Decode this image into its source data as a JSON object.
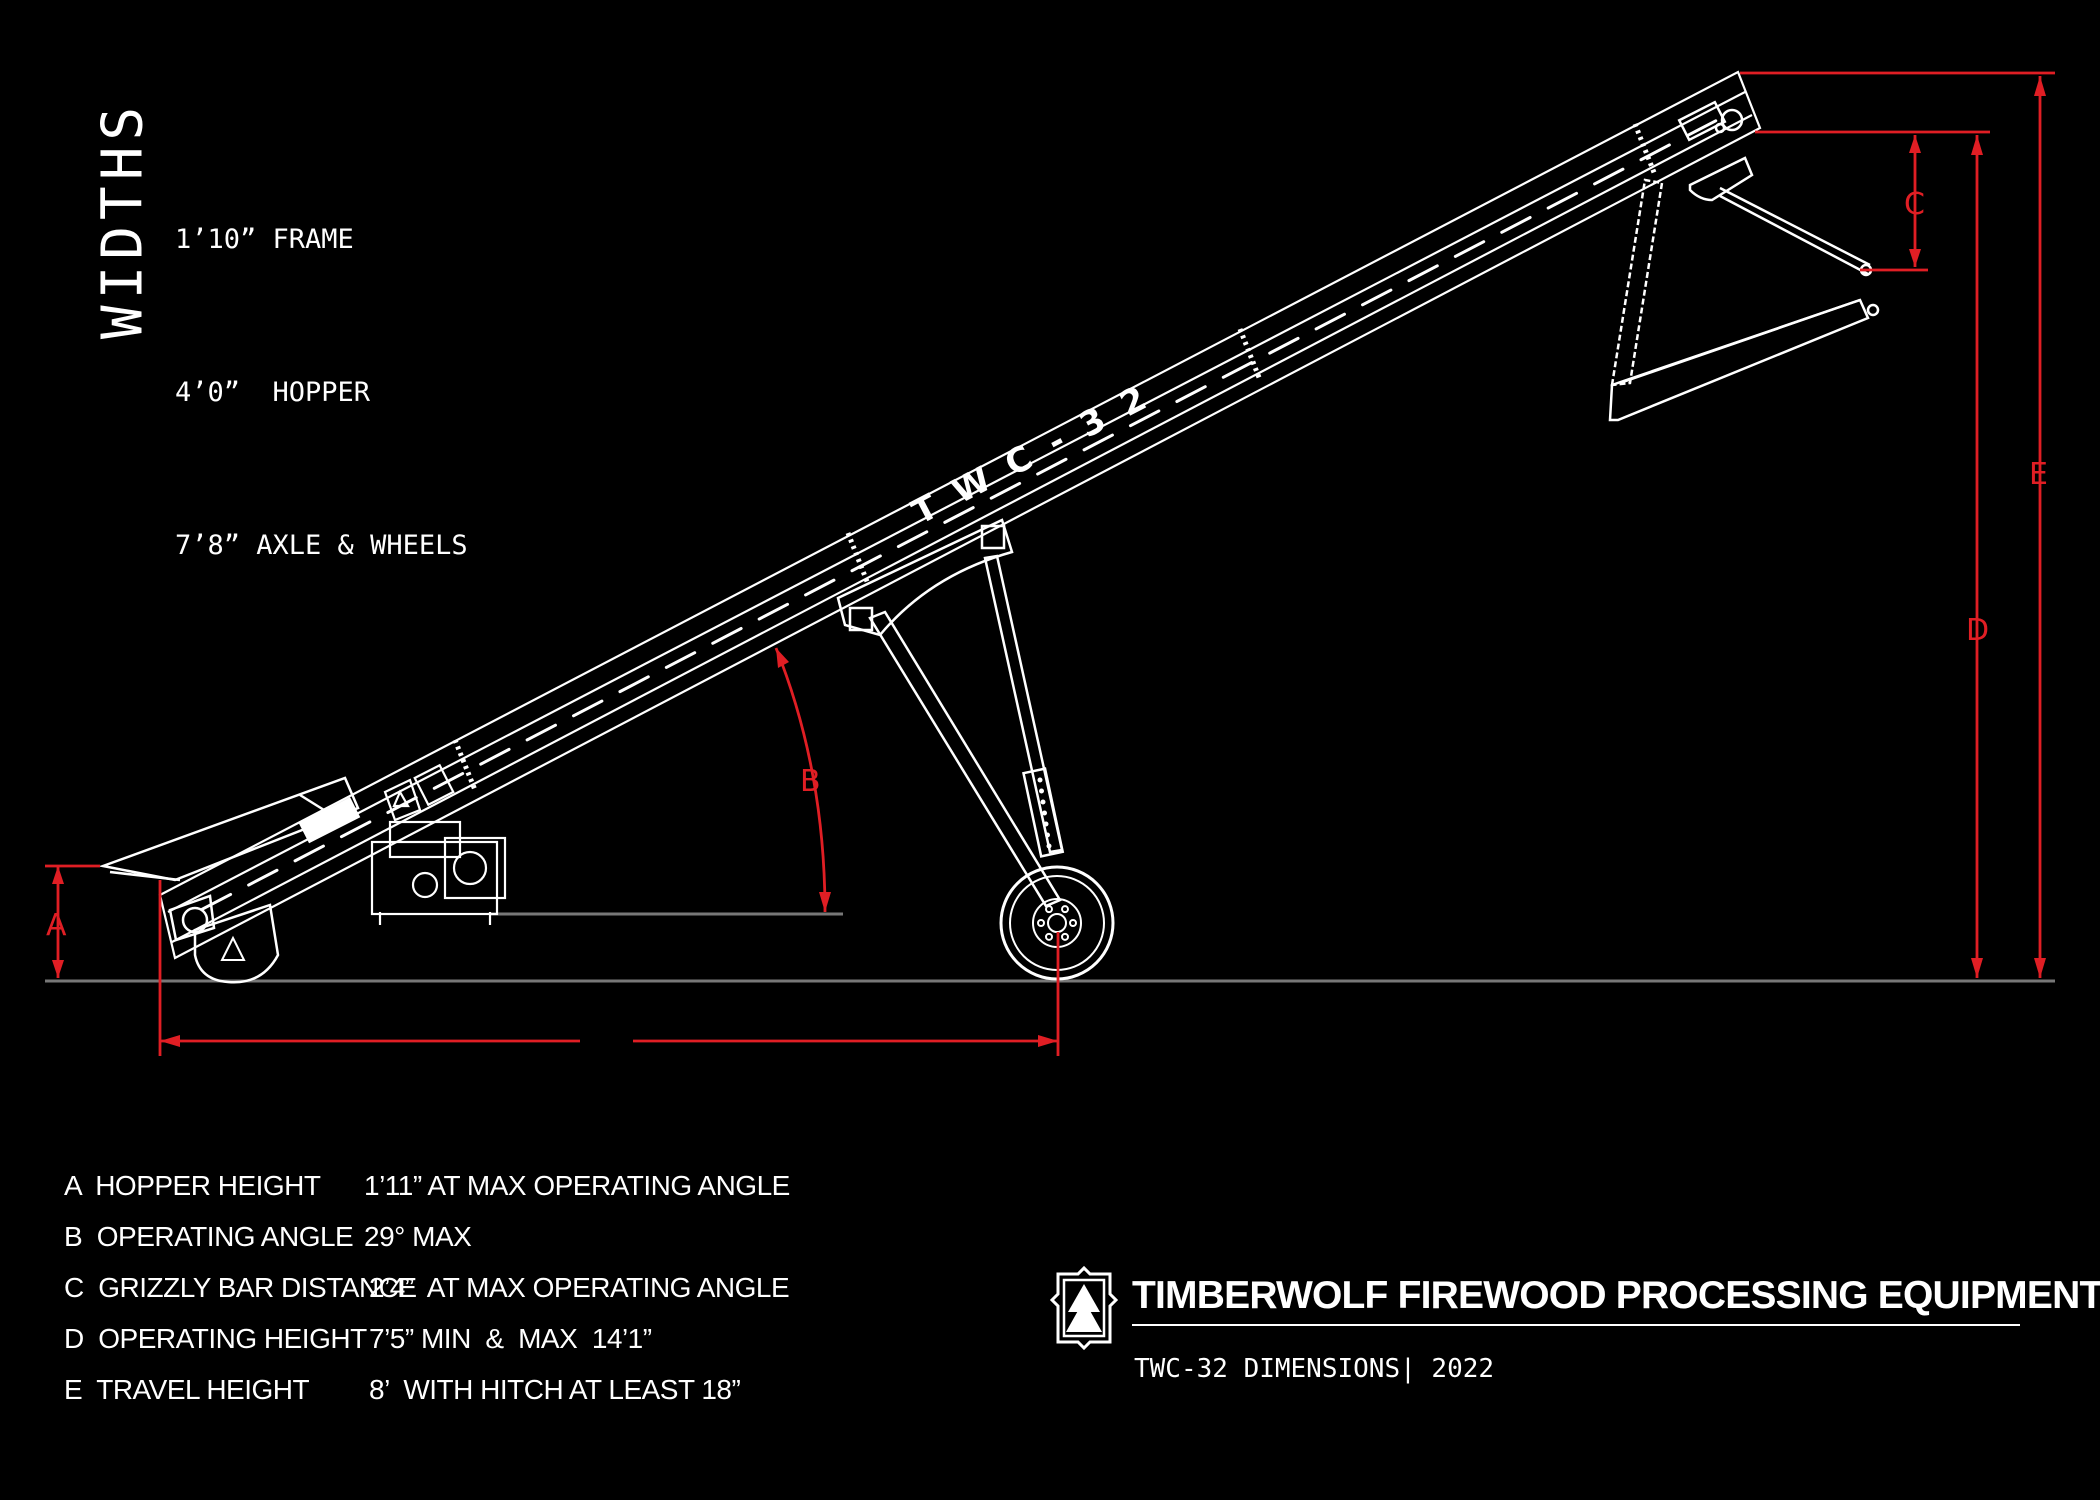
{
  "widths": {
    "title": "WIDTHS",
    "items": [
      "1’10” FRAME",
      "4’0”  HOPPER",
      "7’8” AXLE & WHEELS"
    ]
  },
  "machine_label": "TWC-32",
  "dimension_letters": {
    "a": "A",
    "b": "B",
    "c": "C",
    "d": "D",
    "e": "E"
  },
  "legend": [
    {
      "label": "A  HOPPER HEIGHT",
      "value": "1’11” AT MAX OPERATING ANGLE"
    },
    {
      "label": "B  OPERATING ANGLE",
      "value": "29° MAX"
    },
    {
      "label": "C  GRIZZLY BAR DISTANCE",
      "value": "2’4”  AT MAX OPERATING ANGLE"
    },
    {
      "label": "D  OPERATING HEIGHT",
      "value": "7’5” MIN  &  MAX  14’1”"
    },
    {
      "label": "E  TRAVEL HEIGHT",
      "value": "8’  WITH HITCH AT LEAST 18”"
    }
  ],
  "brand": {
    "title": "TIMBERWOLF FIREWOOD PROCESSING EQUIPMENT",
    "subtitle": "TWC-32 DIMENSIONS| 2022",
    "logo_icon": "timberwolf-tree-logo-icon"
  },
  "colors": {
    "background": "#000000",
    "dimension": "#e01e24",
    "line": "#ffffff",
    "ground": "#777777"
  }
}
